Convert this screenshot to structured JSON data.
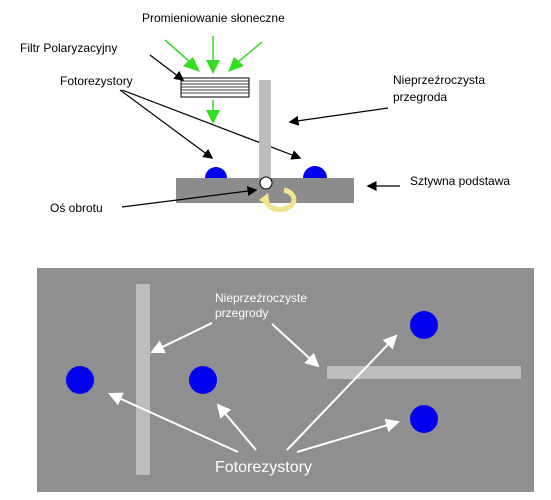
{
  "top_view": {
    "label_sunlight": "Promieniowanie słoneczne",
    "label_filter": "Filtr Polaryzacyjny",
    "label_photoresistors": "Fotorezystory",
    "label_barrier_line1": "Nieprzeźroczysta",
    "label_barrier_line2": "przegroda",
    "label_base": "Sztywna podstawa",
    "label_axis": "Oś obrotu"
  },
  "bottom_view": {
    "label_barriers_line1": "Nieprzeźroczyste",
    "label_barriers_line2": "przegrody",
    "label_photoresistors": "Fotorezystory"
  },
  "colors": {
    "sun_arrow": "#33dd22",
    "photoresistor": "#0000ee",
    "base": "#8c8c8c",
    "barrier": "#bdbdbd",
    "panel_bg": "#8f8f8f",
    "rotation_arrow": "#f2e58c"
  }
}
